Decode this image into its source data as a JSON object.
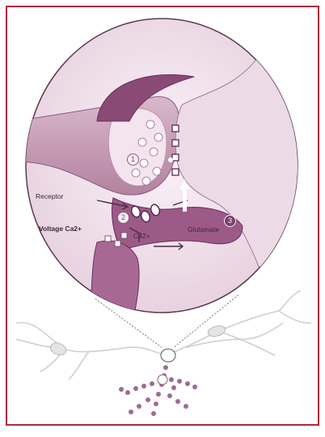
{
  "labels": {
    "receptor": "Receptor",
    "voltage_ca": "Voltage Ca2+",
    "ca": "Ca2+",
    "glutamate": "Glutamate"
  },
  "markers": [
    "1",
    "2",
    "3"
  ],
  "colors": {
    "frame": "#b02a3a",
    "tissue_light": "#e9d6e3",
    "tissue_mid": "#b98aa8",
    "tissue_dark": "#7e3e6c",
    "background_pink": "#f4e7ef",
    "neuron_line": "#c8c8c8",
    "dendrite_bead": "#a06a92"
  }
}
